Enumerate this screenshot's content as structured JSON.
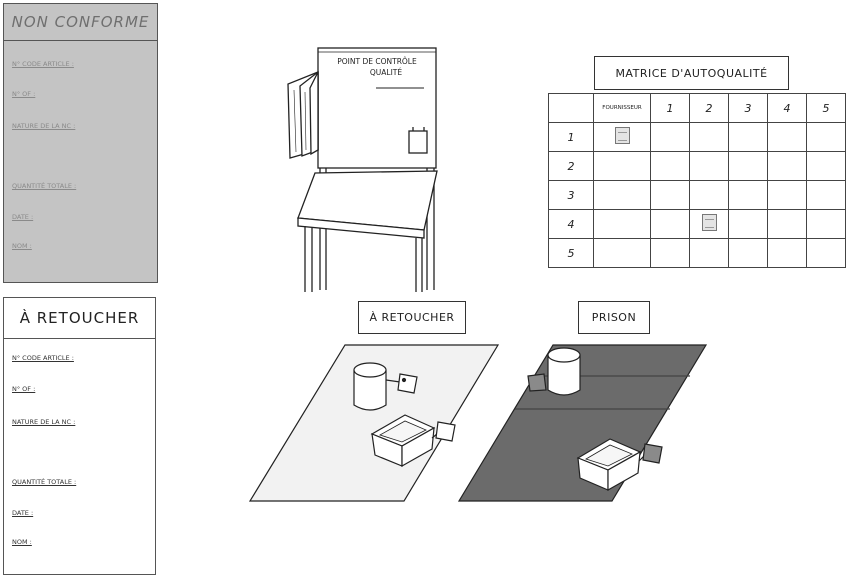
{
  "cards": {
    "non_conforme": {
      "title": "NON CONFORME",
      "fields": [
        "N° CODE ARTICLE :",
        "N° OF :",
        "NATURE DE LA NC :",
        "QUANTITÉ TOTALE :",
        "DATE :",
        "NOM :"
      ]
    },
    "a_retoucher": {
      "title": "À RETOUCHER",
      "fields": [
        "N° CODE ARTICLE :",
        "N° OF :",
        "NATURE DE LA NC :",
        "QUANTITÉ TOTALE :",
        "DATE :",
        "NOM :"
      ]
    }
  },
  "control_point": {
    "title_line1": "POINT DE CONTRÔLE",
    "title_line2": "QUALITÉ"
  },
  "matrix": {
    "title": "MATRICE D'AUTOQUALITÉ",
    "header": [
      "FOURNISSEUR",
      "1",
      "2",
      "3",
      "4",
      "5"
    ],
    "rows": [
      "1",
      "2",
      "3",
      "4",
      "5"
    ]
  },
  "zones": {
    "retoucher_label": "À RETOUCHER",
    "prison_label": "PRISON"
  },
  "colors": {
    "card_grey": "#c4c4c4",
    "prison_floor": "#6b6b6b",
    "retouch_floor": "#f2f2f2",
    "line": "#222222"
  }
}
